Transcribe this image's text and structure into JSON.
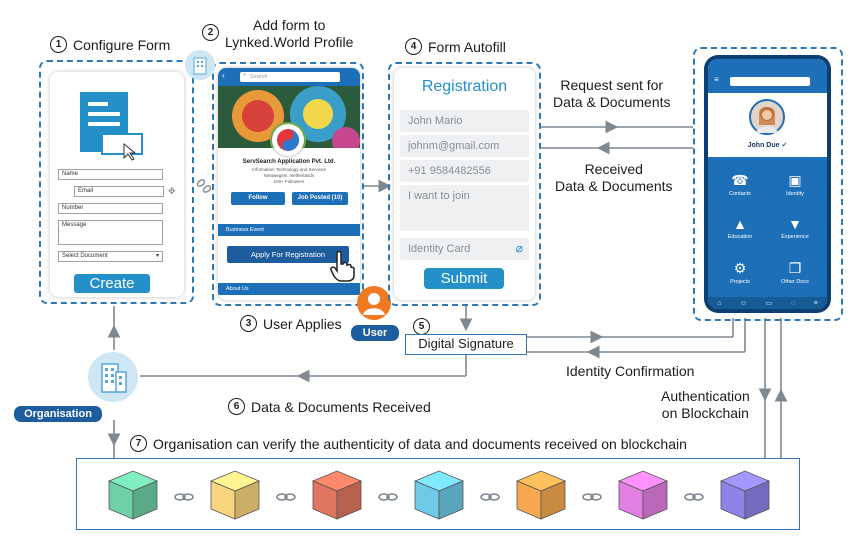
{
  "steps": {
    "s1": {
      "num": "1",
      "label": "Configure Form"
    },
    "s2": {
      "num": "2",
      "label_line1": "Add form to",
      "label_line2": "Lynked.World Profile"
    },
    "s3": {
      "num": "3",
      "label": "User Applies"
    },
    "s4": {
      "num": "4",
      "label": "Form Autofill"
    },
    "s5": {
      "num": "5"
    },
    "s6": {
      "num": "6",
      "label": "Data & Documents Received"
    },
    "s7": {
      "num": "7",
      "label": "Organisation can verify the authenticity of data and documents received on blockchain"
    }
  },
  "captions": {
    "request_line1": "Request sent for",
    "request_line2": "Data & Documents",
    "received_line1": "Received",
    "received_line2": "Data & Documents",
    "identity_confirmation": "Identity Confirmation",
    "auth_line1": "Authentication",
    "auth_line2": "on Blockchain"
  },
  "config_form": {
    "fields": [
      "Name",
      "Email",
      "Number",
      "Message",
      "Select Document"
    ],
    "create_label": "Create"
  },
  "profile": {
    "search_placeholder": "Search",
    "company": "ServSearch Application Pvt. Ltd.",
    "sub1": "Information Technology and Services",
    "sub2": "Nieuwegein, Netherlands",
    "sub3": "100+ Followers",
    "follow_label": "Follow",
    "jobs_label": "Job Posted (10)",
    "business_event": "Business Event",
    "apply_label": "Apply For Registration",
    "about_us": "About Us"
  },
  "registration": {
    "title": "Registration",
    "fields": [
      "John Mario",
      "johnm@gmail.com",
      "+91 9584482556",
      "I want to join",
      "Identity Card"
    ],
    "submit_label": "Submit"
  },
  "phone": {
    "user_name": "John Due",
    "tiles": [
      "Contacts",
      "Identity",
      "Education",
      "Experience",
      "Projects",
      "Other Docs"
    ]
  },
  "labels": {
    "user": "User",
    "digital_signature": "Digital Signature",
    "organisation": "Organisation"
  },
  "colors": {
    "accent": "#2f78b3",
    "button": "#2490c9",
    "phone_blue": "#1d6fb8",
    "cube_colors": [
      "#6fcfa5",
      "#f8d57e",
      "#e0765f",
      "#6fcae8",
      "#f5a84f",
      "#e27fe3",
      "#8f83e8"
    ]
  }
}
